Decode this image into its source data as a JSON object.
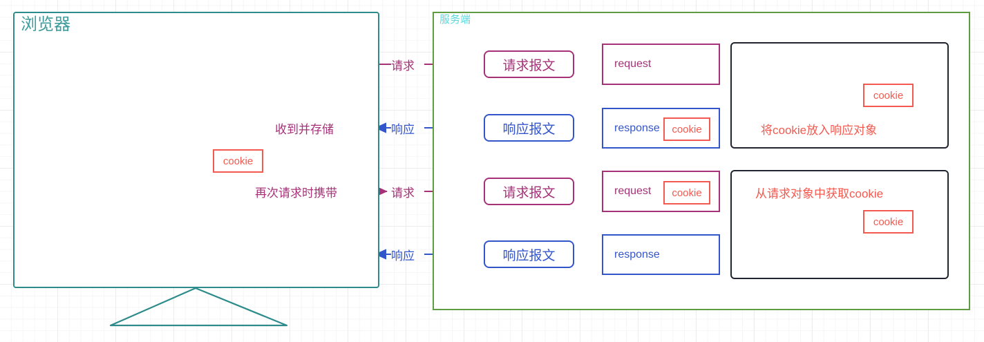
{
  "diagram": {
    "title_browser": "浏览器",
    "title_server": "服务端",
    "colors": {
      "browser_border": "#2e8b8b",
      "browser_title": "#3f9c9c",
      "server_border": "#5f9b41",
      "server_title": "#5ad8dd",
      "request_purple": "#a63178",
      "response_blue": "#3355cc",
      "cookie_red": "#f4594f",
      "object_black": "#1f2430",
      "grid": "#ececec"
    }
  },
  "flow": {
    "request_label_1": "请求",
    "request_label_2": "请求",
    "response_label_1": "响应",
    "response_label_2": "响应",
    "receive_and_store": "收到并存储",
    "carry_on_next_request": "再次请求时携带",
    "put_cookie_into_response": "将cookie放入响应对象",
    "get_cookie_from_request": "从请求对象中获取cookie"
  },
  "nodes": {
    "request_message_1": "请求报文",
    "request_message_2": "请求报文",
    "response_message_1": "响应报文",
    "response_message_2": "响应报文",
    "request_object_1": "request",
    "request_object_2": "request",
    "response_object_1": "response",
    "response_object_2": "response"
  },
  "cookies": {
    "browser_cookie": "cookie",
    "response_object_cookie": "cookie",
    "server_created_cookie": "cookie",
    "request_object_cookie": "cookie",
    "server_read_cookie": "cookie"
  }
}
